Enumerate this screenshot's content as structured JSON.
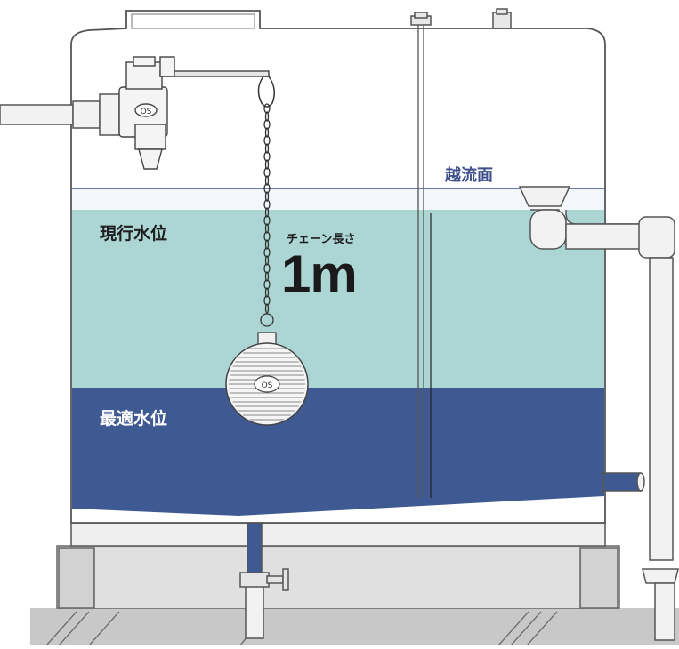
{
  "labels": {
    "overflow_surface": "越流面",
    "current_level": "現行水位",
    "optimal_level": "最適水位",
    "chain_length_caption": "チェーン長さ",
    "chain_length_value": "1m"
  },
  "valve_mark": "OS",
  "colors": {
    "current_water": "#acd6d4",
    "optimal_water": "#3f5a92",
    "overflow_line": "#3d4f8c",
    "tank_outline": "#555555",
    "ground": "#c8c8c8"
  },
  "icons": [
    "ball-tap-valve-icon",
    "float-ball-icon",
    "chain-icon",
    "overflow-pipe-icon",
    "drain-valve-icon"
  ]
}
